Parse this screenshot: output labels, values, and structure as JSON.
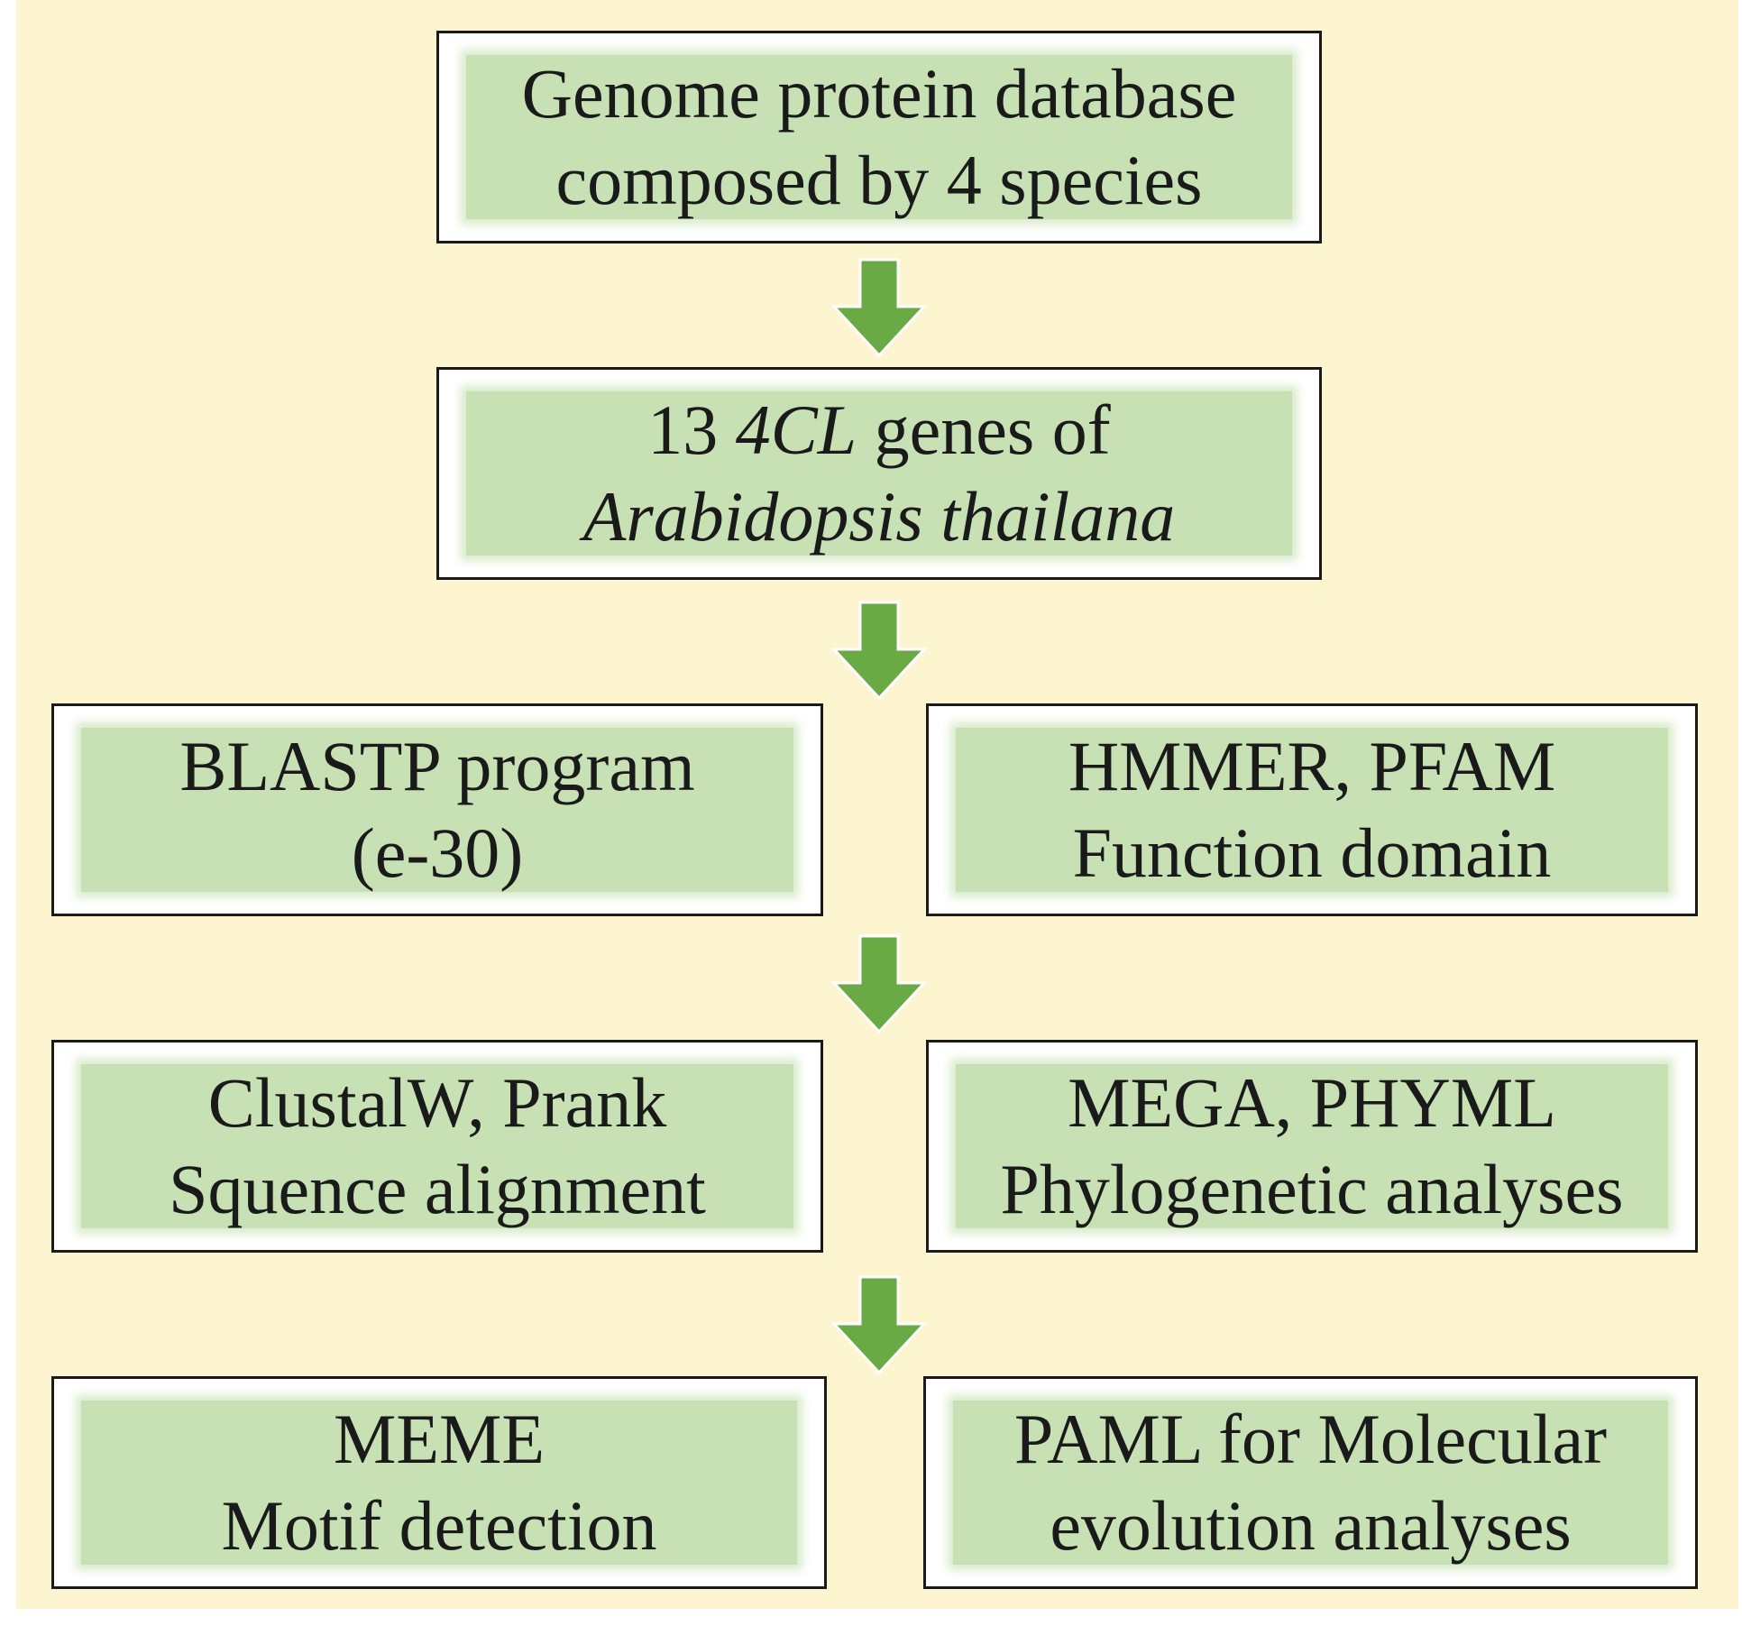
{
  "colors": {
    "background": "#fdf4d0",
    "box_fill": "#c7e0b4",
    "box_border": "#1a1a1a",
    "arrow_fill": "#6aaa44"
  },
  "nodes": {
    "genome_db": {
      "line1": "Genome protein database",
      "line2": "composed by 4 species"
    },
    "genes": {
      "count": "13",
      "gene": "4CL",
      "suffix": "genes of",
      "species": "Arabidopsis thailana"
    },
    "blastp": {
      "line1": "BLASTP program",
      "line2": "(e-30)"
    },
    "hmmer": {
      "line1": "HMMER, PFAM",
      "line2": "Function domain"
    },
    "clustalw": {
      "line1": "ClustalW, Prank",
      "line2": "Squence alignment"
    },
    "mega": {
      "line1": "MEGA, PHYML",
      "line2": "Phylogenetic analyses"
    },
    "meme": {
      "line1": "MEME",
      "line2": "Motif detection"
    },
    "paml": {
      "line1": "PAML for Molecular",
      "line2": "evolution analyses"
    }
  },
  "arrows": [
    "down-arrow-icon",
    "down-arrow-icon",
    "down-arrow-icon",
    "down-arrow-icon"
  ]
}
